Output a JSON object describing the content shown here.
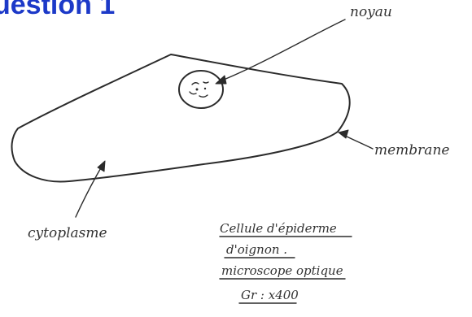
{
  "heading": "uestion 1",
  "labels": {
    "noyau": "noyau",
    "membrane": "membrane",
    "cytoplasme": "cytoplasme"
  },
  "caption": {
    "line1": "Cellule d'épiderme",
    "line2": "d'oignon .",
    "line3": "microscope optique",
    "line4": "Gr : x400"
  },
  "colors": {
    "heading": "#1c39c8",
    "ink": "#2b2b2b"
  }
}
